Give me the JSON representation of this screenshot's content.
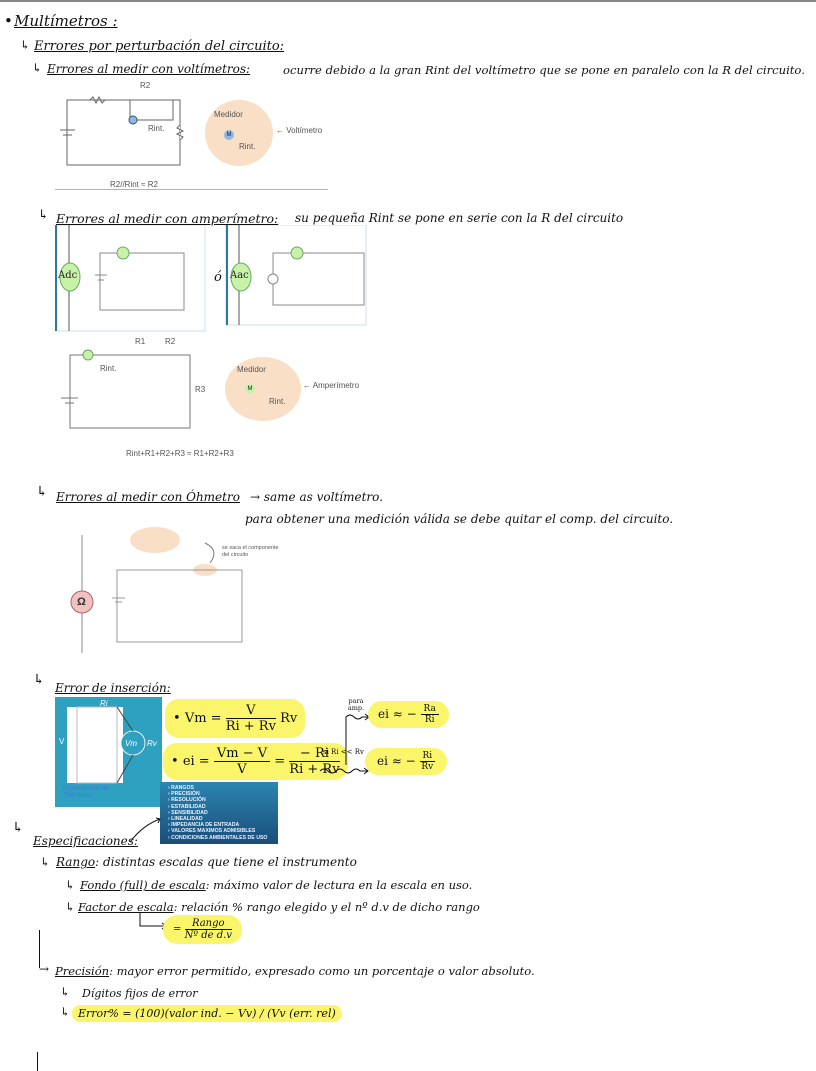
{
  "title": "Multímetros :",
  "perturbacion": {
    "heading": "Errores por perturbación del circuito:"
  },
  "voltimetro": {
    "heading": "Errores al medir con voltímetros:",
    "text": "ocurre debido a la gran Rint del voltímetro que se pone en paralelo con la R del circuito.",
    "labels": {
      "r2": "R2",
      "rint": "Rint.",
      "medidor": "Medidor",
      "meter_name": "← Voltímetro",
      "meter": "M"
    },
    "equation": "R2//Rint ≈ R2"
  },
  "amperimetro": {
    "heading": "Errores al medir con amperímetro:",
    "text": "su pequeña Rint se pone en serie con la R del circuito",
    "adc": "Adc",
    "aac": "Aac",
    "or": "ó",
    "labels": {
      "r1": "R1",
      "r2": "R2",
      "r3": "R3",
      "rint": "Rint.",
      "medidor": "Medidor",
      "meter_name": "← Amperímetro",
      "meter": "M"
    },
    "equation": "Rint+R1+R2+R3 ≈ R1+R2+R3"
  },
  "ohmetro": {
    "heading": "Errores al medir con Óhmetro",
    "text": "→ same as voltímetro.",
    "note": "para obtener una medición válida se debe quitar el comp. del circuito.",
    "omega": "Ω",
    "annotation": "se saca el componente del circuito"
  },
  "insercion": {
    "heading": "Error de inserción:",
    "diagram": {
      "ri": "Ri",
      "v": "V",
      "vm": "Vm",
      "rv": "Rv",
      "caption": "Equivalente de Thevenin"
    },
    "f1": {
      "lhs": "Vm =",
      "num": "V",
      "den": "Ri + Rv",
      "rhs": "Rv"
    },
    "f2": {
      "lhs": "ei =",
      "num1": "Vm − V",
      "den1": "V",
      "eq": "=",
      "num2": "− Ri",
      "den2": "Ri + Rv"
    },
    "cond": "si Ri << Rv",
    "amp_note": "para amp.",
    "r1": {
      "lhs": "ei ≈ −",
      "num": "Ra",
      "den": "Ri"
    },
    "r2": {
      "lhs": "ei ≈ −",
      "num": "Ri",
      "den": "Rv"
    }
  },
  "spec_list": [
    "RANGOS",
    "PRECISIÓN",
    "RESOLUCIÓN",
    "ESTABILIDAD",
    "SENSIBILIDAD",
    "LINEALIDAD",
    "IMPEDANCIA DE ENTRADA",
    "VALORES MAXIMOS ADMISIBLES",
    "CONDICIONES AMBIENTALES DE USO"
  ],
  "especificaciones": {
    "heading": "Especificaciones:",
    "rango": {
      "label": "Rango",
      "text": ": distintas escalas que tiene el instrumento"
    },
    "fondo": {
      "label": "Fondo (full) de escala",
      "text": ": máximo valor de lectura en la escala en uso."
    },
    "factor": {
      "label": "Factor de escala",
      "text": ": relación % rango elegido y el nº d.v de dicho rango"
    },
    "factor_formula": {
      "eq": "=",
      "num": "Rango",
      "den": "Nº de d.v"
    },
    "precision": {
      "label": "Precisión",
      "text": ": mayor error permitido, expresado como un porcentaje o valor absoluto."
    },
    "digitos": "Dígitos fijos de error",
    "error_pct": "Error% = (100)(valor ind. − Vv) / (Vv (err. rel)"
  }
}
